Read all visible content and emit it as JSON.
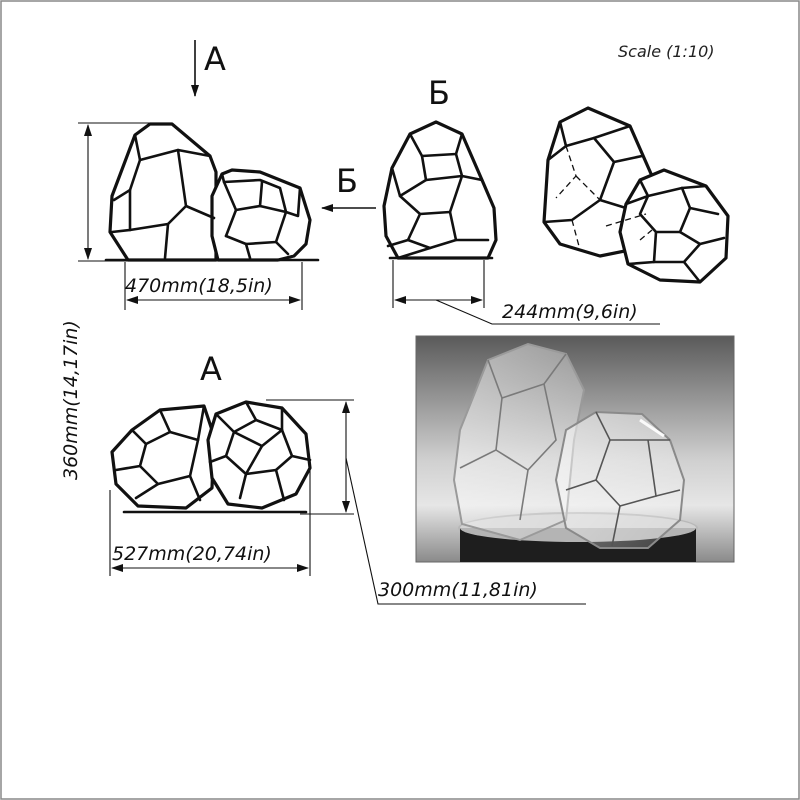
{
  "scale": "Scale (1:10)",
  "views": {
    "arrow_a_label": "A",
    "arrow_b_label": "Б",
    "side_view_b_label": "Б",
    "top_view_a_label": "A"
  },
  "dimensions": {
    "front_width": "470mm(18,5in)",
    "side_depth": "244mm(9,6in)",
    "height": "360mm(14,17in)",
    "top_width": "527mm(20,74in)",
    "top_depth": "300mm(11,81in)"
  },
  "colors": {
    "line": "#111111",
    "frame": "#888888",
    "render_dark": "#3a3a3a",
    "render_light": "#d8d8d8"
  }
}
